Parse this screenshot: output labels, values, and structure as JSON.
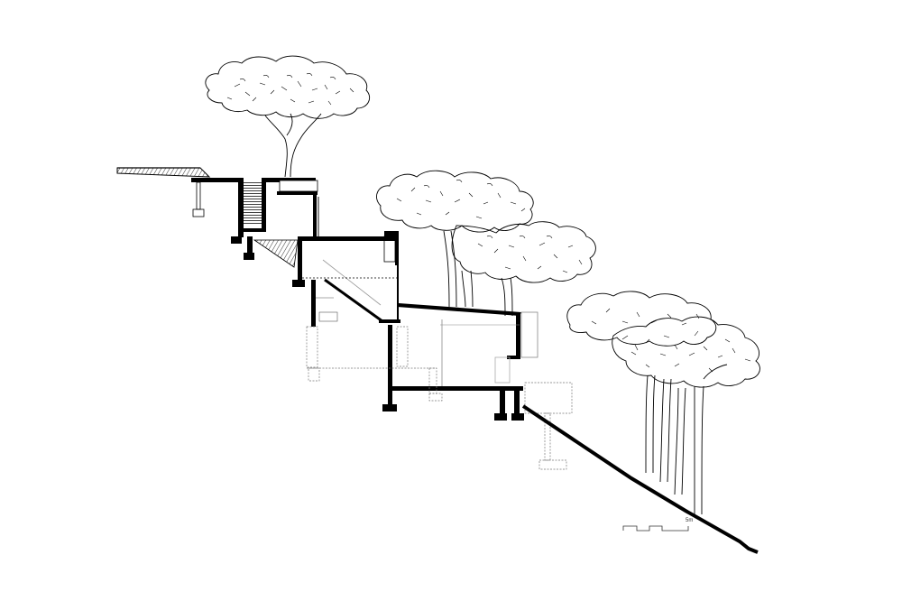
{
  "drawing": {
    "type": "architectural-section",
    "colors": {
      "background": "#ffffff",
      "line": "#000000",
      "hidden_line": "#777777"
    },
    "scale_bar": {
      "label": "5m"
    },
    "elements": [
      "tree-top-left",
      "tree-middle-pair",
      "tree-group-right",
      "cantilever-roof",
      "stair",
      "upper-level",
      "middle-level",
      "lower-level",
      "terrain-line",
      "foundation-footings"
    ]
  }
}
